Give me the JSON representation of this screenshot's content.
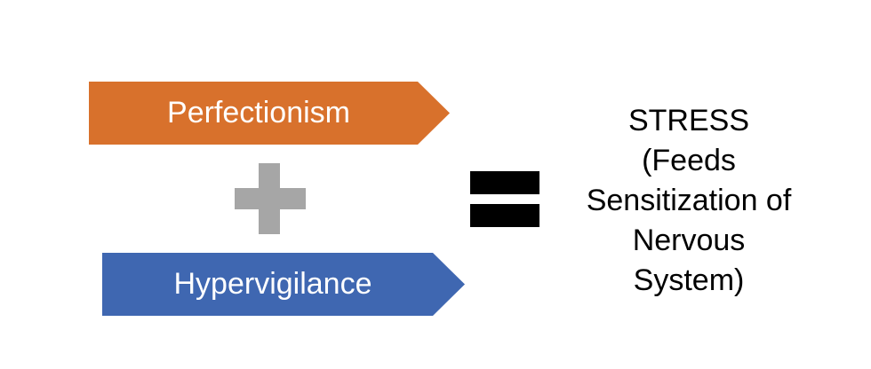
{
  "inputs": [
    {
      "label": "Perfectionism",
      "color": "#d8712c"
    },
    {
      "label": "Hypervigilance",
      "color": "#3f67b1"
    }
  ],
  "operators": {
    "plus_color": "#a6a6a6",
    "equals_color": "#000000"
  },
  "result": {
    "lines": [
      "STRESS",
      "(Feeds",
      "Sensitization of",
      "Nervous",
      "System)"
    ]
  }
}
